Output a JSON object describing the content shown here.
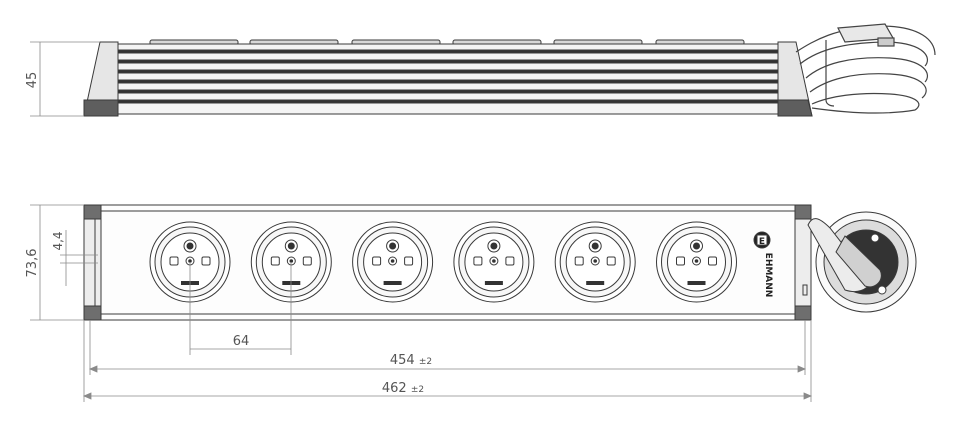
{
  "dimensions": {
    "height_side": "45",
    "depth": "73,6",
    "small_offset": "4,4",
    "socket_pitch": "64",
    "body_length": "454",
    "body_length_tol": "±2",
    "overall_length": "462",
    "overall_length_tol": "±2"
  },
  "brand": {
    "name": "EHMANN",
    "logo_letter": "E"
  },
  "socket_count": 6,
  "colors": {
    "line": "#3a3a3a",
    "dimension": "#8a8a8a",
    "text": "#555555",
    "fill_light": "#ececec",
    "fill_dark": "#6e6e6e",
    "cable": "#bdbdbd"
  }
}
